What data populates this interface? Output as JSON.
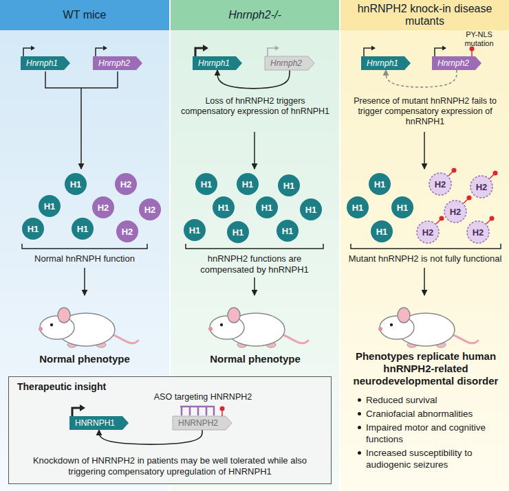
{
  "diagram": {
    "nodes": [
      {
        "text": [
          "WT mice"
        ]
      },
      {
        "text": [
          "Hnrnph1"
        ],
        "in": 0
      },
      {
        "text": [
          "Hnrnph2"
        ],
        "in": 0
      },
      {
        "text": [
          "H1"
        ],
        "in": 0
      },
      {
        "text": [
          "H1"
        ],
        "in": 0
      },
      {
        "text": [
          "H1"
        ],
        "in": 0
      },
      {
        "text": [
          "H1"
        ],
        "in": 0
      },
      {
        "text": [
          "H2"
        ],
        "in": 0
      },
      {
        "text": [
          "H2"
        ],
        "in": 0
      },
      {
        "text": [
          "H2"
        ],
        "in": 0
      },
      {
        "text": [
          "H2"
        ],
        "in": 0
      },
      {
        "text": [
          "Hnrnph2-/-"
        ]
      },
      {
        "text": [
          "Hnrnph1"
        ],
        "in": 11
      },
      {
        "text": [
          "Hnrnph2"
        ],
        "in": 11
      },
      {
        "text": [
          "H1"
        ],
        "in": 11
      },
      {
        "text": [
          "H1"
        ],
        "in": 11
      },
      {
        "text": [
          "H1"
        ],
        "in": 11
      },
      {
        "text": [
          "H1"
        ],
        "in": 11
      },
      {
        "text": [
          "H1"
        ],
        "in": 11
      },
      {
        "text": [
          "H1"
        ],
        "in": 11
      },
      {
        "text": [
          "H1"
        ],
        "in": 11
      },
      {
        "text": [
          "H1"
        ],
        "in": 11
      },
      {
        "text": [
          "H1"
        ],
        "in": 11
      },
      {
        "text": [
          "hnRNPH2 knock-in disease mutants"
        ]
      },
      {
        "text": [
          "Hnrnph1"
        ],
        "in": 23
      },
      {
        "text": [
          "Hnrnph2"
        ],
        "in": 23
      },
      {
        "text": [
          "H1"
        ],
        "in": 23
      },
      {
        "text": [
          "H1"
        ],
        "in": 23
      },
      {
        "text": [
          "H1"
        ],
        "in": 23
      },
      {
        "text": [
          "H1"
        ],
        "in": 23
      },
      {
        "text": [
          "H2"
        ],
        "in": 23
      },
      {
        "text": [
          "H2"
        ],
        "in": 23
      },
      {
        "text": [
          "H2"
        ],
        "in": 23
      },
      {
        "text": [
          "H2"
        ],
        "in": 23
      },
      {
        "text": [
          "H2"
        ],
        "in": 23
      },
      {
        "text": [
          "Therapeutic insight",
          "Knockdown of HNRNPH2 in patients may be well tolerated while also triggering compensatory upregulation of HNRNPH1"
        ]
      },
      {
        "text": [
          "HNRNPH1"
        ],
        "in": 35
      },
      {
        "text": [
          "HNRNPH2"
        ],
        "in": 35
      }
    ],
    "edges": [
      {
        "from": 13,
        "to": 12,
        "arrow": "to"
      },
      {
        "from": 25,
        "to": 24,
        "arrow": "to"
      },
      {
        "from": 37,
        "to": 36,
        "arrow": "to"
      }
    ],
    "labels": [
      "PY-NLS mutation",
      "Loss of hnRNPH2 triggers compensatory expression of hnRNPH1",
      "Presence of mutant hnRNPH2 fails to trigger compensatory expression of hnRNPH1",
      "Normal hnRNPH function",
      "hnRNPH2 functions are compensated by hnRNPH1",
      "Mutant hnRNPH2 is not fully functional",
      "Normal phenotype",
      "Normal phenotype",
      "Phenotypes replicate human hnRNPH2-related neurodevelopmental disorder",
      "Reduced survival",
      "Craniofacial abnormalities",
      "Impaired motor and cognitive functions",
      "Increased susceptibility to audiogenic seizures",
      "ASO targeting HNRNPH2"
    ]
  }
}
